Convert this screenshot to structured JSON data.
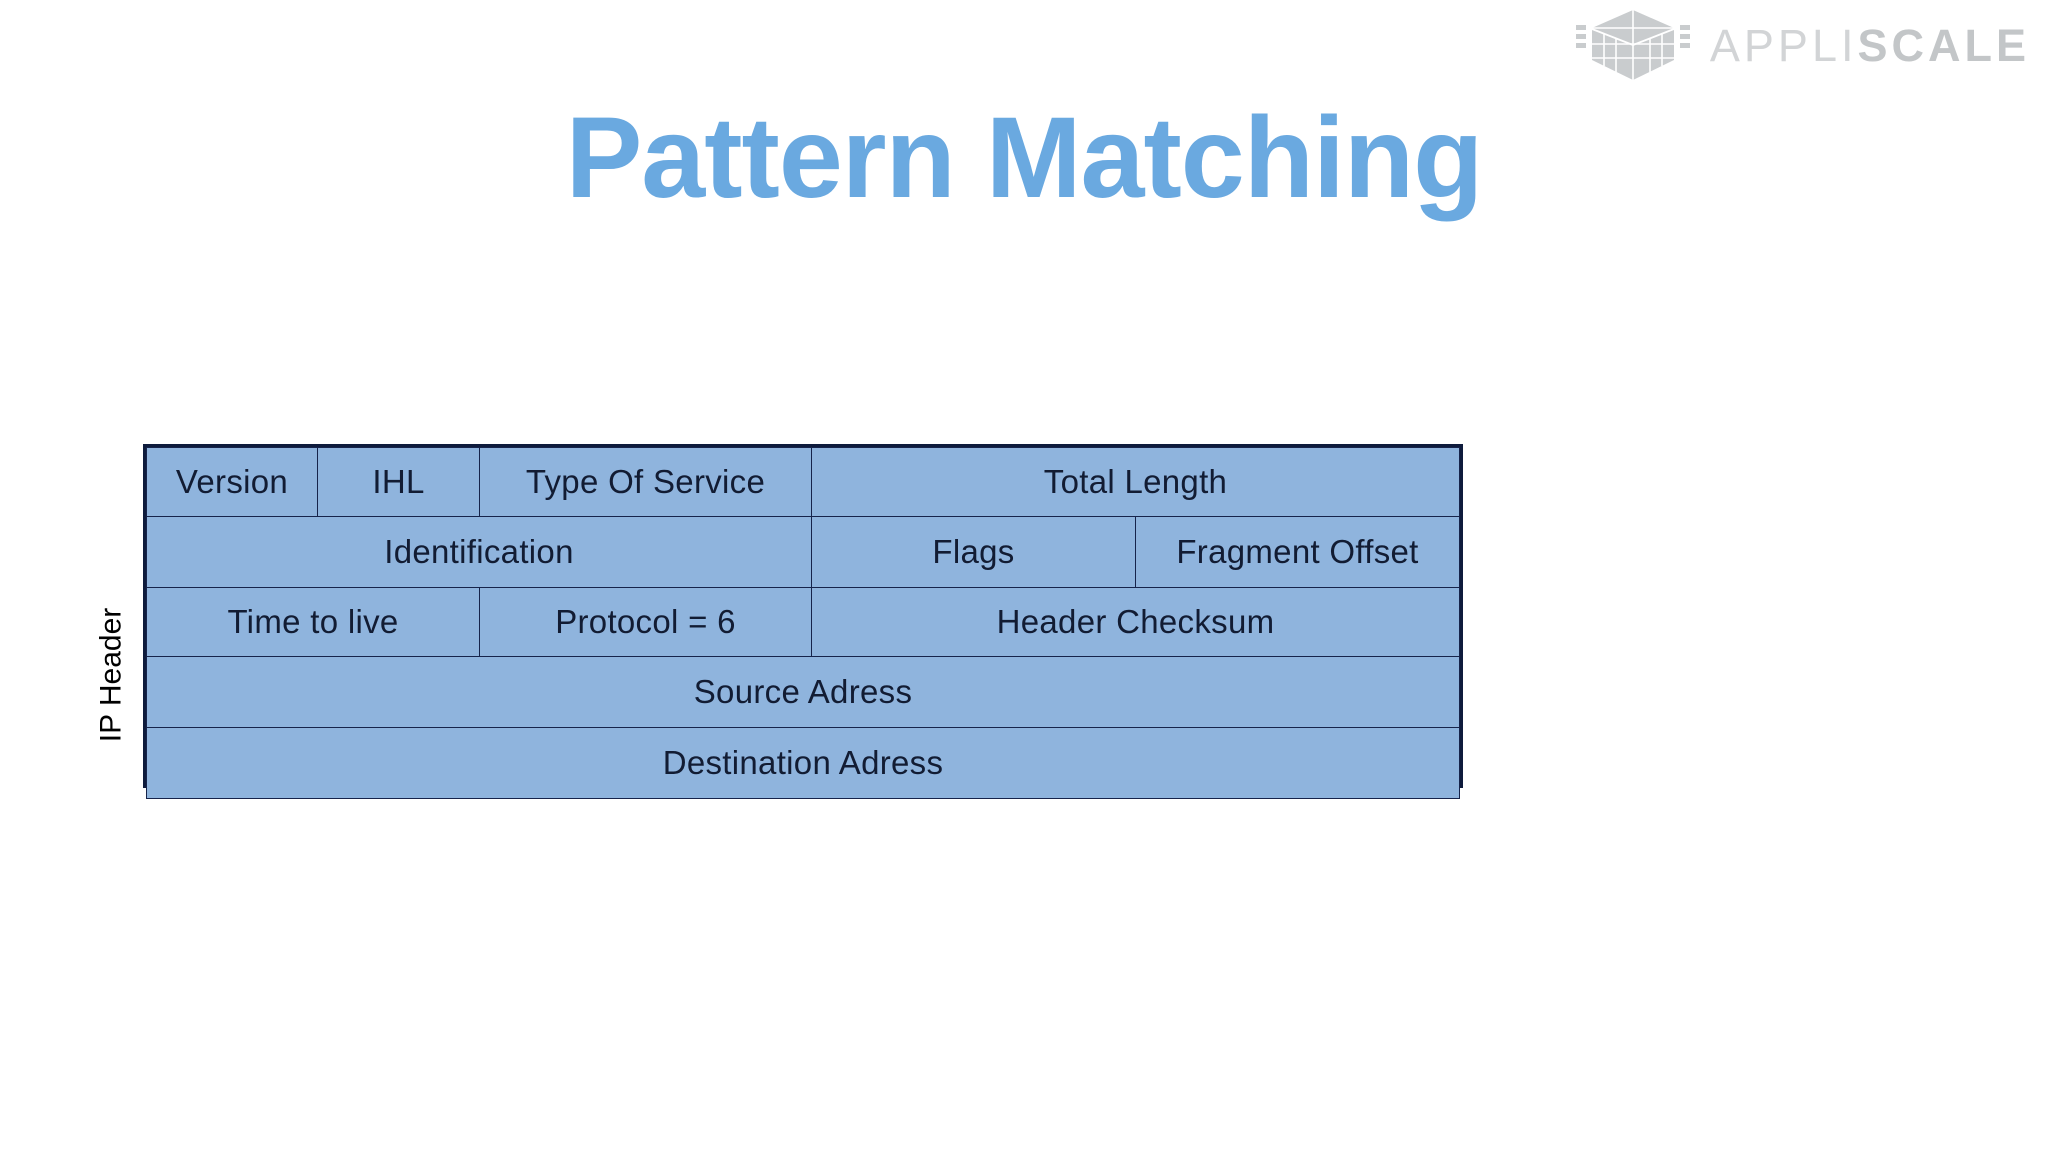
{
  "brand": {
    "name_light": "APPLI",
    "name_bold": "SCALE",
    "logo_icon": "appliscale-cube-logo-icon"
  },
  "slide": {
    "title": "Pattern Matching",
    "title_color": "#6aa9e0"
  },
  "diagram": {
    "side_label": "IP Header",
    "cell_fill": "#8fb4dd",
    "border_color": "#16234a",
    "rows": [
      {
        "name": "row-1",
        "cells": [
          {
            "label": "Version"
          },
          {
            "label": "IHL"
          },
          {
            "label": "Type Of Service"
          },
          {
            "label": "Total Length"
          }
        ]
      },
      {
        "name": "row-2",
        "cells": [
          {
            "label": "Identification"
          },
          {
            "label": "Flags"
          },
          {
            "label": "Fragment Offset"
          }
        ]
      },
      {
        "name": "row-3",
        "cells": [
          {
            "label": "Time to live"
          },
          {
            "label": "Protocol = 6"
          },
          {
            "label": "Header Checksum"
          }
        ]
      },
      {
        "name": "row-4",
        "cells": [
          {
            "label": "Source Adress"
          }
        ]
      },
      {
        "name": "row-5",
        "cells": [
          {
            "label": "Destination Adress"
          }
        ]
      }
    ]
  }
}
